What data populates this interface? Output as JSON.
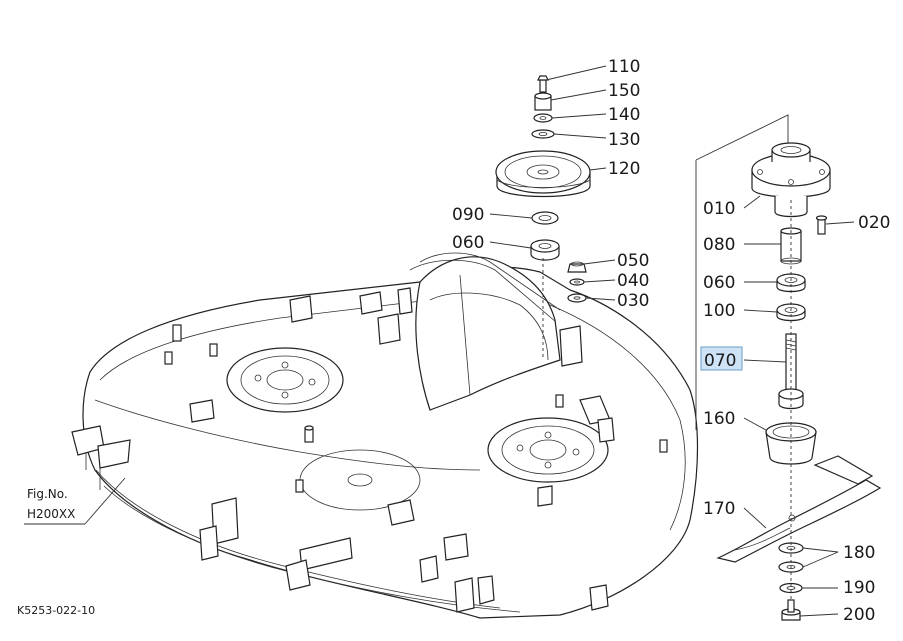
{
  "figure": {
    "fig_label": "Fig.No.",
    "fig_number": "H200XX",
    "drawing_code": "K5253-022-10"
  },
  "parts": {
    "p010": "010",
    "p020": "020",
    "p030": "030",
    "p040": "040",
    "p050": "050",
    "p060a": "060",
    "p060b": "060",
    "p070": "070",
    "p080": "080",
    "p090": "090",
    "p100": "100",
    "p110": "110",
    "p120": "120",
    "p130": "130",
    "p140": "140",
    "p150": "150",
    "p160": "160",
    "p170": "170",
    "p180": "180",
    "p190": "190",
    "p200": "200"
  },
  "highlight": {
    "selected_part": "070",
    "highlight_color": "#cfe3f7",
    "highlight_border": "#6a9cc9"
  }
}
